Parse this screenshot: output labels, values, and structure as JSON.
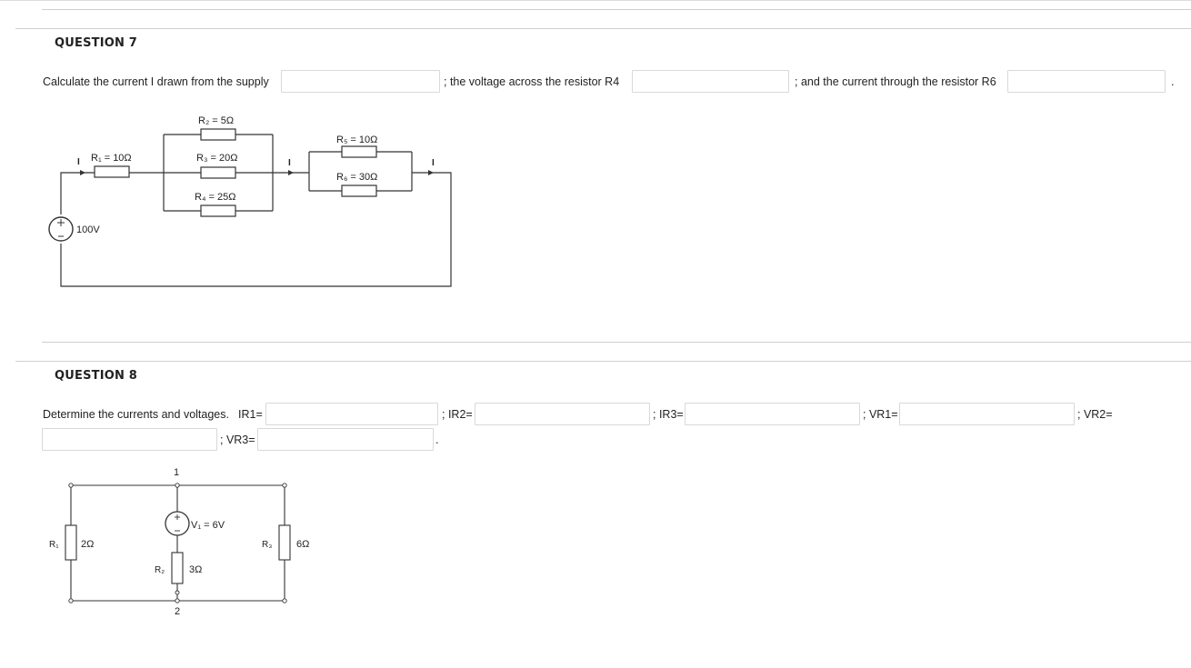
{
  "q7": {
    "title": "QUESTION 7",
    "prompt_part1": "Calculate the current I drawn from the supply",
    "prompt_part2": "; the voltage across the resistor R4",
    "prompt_part3": "; and the current through the resistor R6",
    "end_period": ".",
    "answer_supply_current": "",
    "answer_voltage_r4": "",
    "answer_current_r6": "",
    "circuit": {
      "r1": "R₁ = 10Ω",
      "r2": "R₂ = 5Ω",
      "r3": "R₃ = 20Ω",
      "r4": "R₄ = 25Ω",
      "r5": "R₅ = 10Ω",
      "r6": "R₆ = 30Ω",
      "source": "100V",
      "current_label": "I"
    }
  },
  "q8": {
    "title": "QUESTION 8",
    "prompt": "Determine the currents and voltages.",
    "labels": {
      "ir1": "IR1=",
      "ir2": "; IR2=",
      "ir3": "; IR3=",
      "vr1": "; VR1=",
      "vr2": "; VR2=",
      "vr3": "; VR3="
    },
    "end_period": ".",
    "answers": {
      "ir1": "",
      "ir2": "",
      "ir3": "",
      "vr1": "",
      "vr2": "",
      "vr3": ""
    },
    "circuit": {
      "r1_name": "R₁",
      "r1_value": "2Ω",
      "r2_name": "R₂",
      "r2_value": "3Ω",
      "r3_name": "R₃",
      "r3_value": "6Ω",
      "source": "V₁ = 6V",
      "node_top": "1",
      "node_bottom": "2"
    }
  }
}
